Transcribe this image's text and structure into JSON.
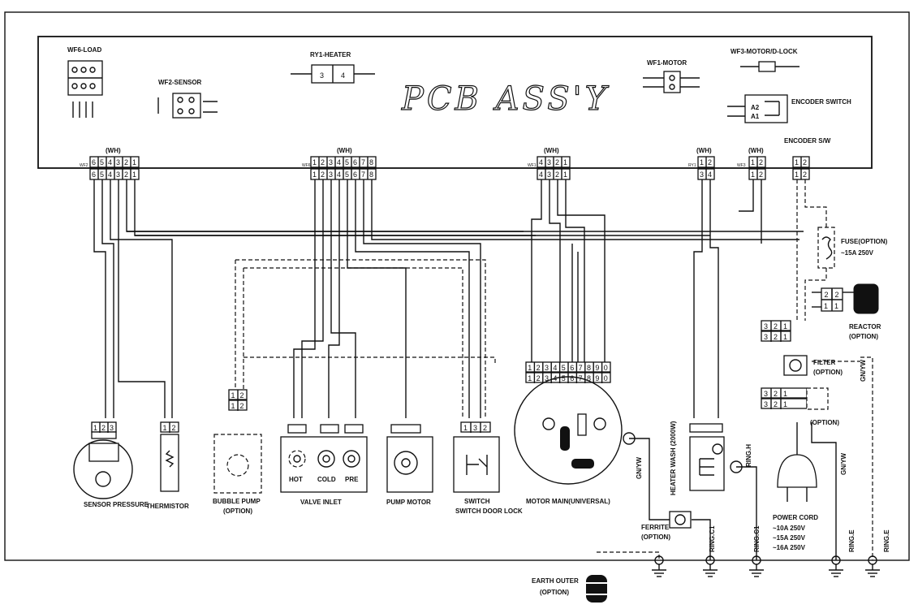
{
  "pcb": {
    "title": "PCB ASS'Y",
    "headers": {
      "wf6": "WF6-LOAD",
      "wf2": "WF2-SENSOR",
      "ry1": "RY1-HEATER",
      "wf1": "WF1-MOTOR",
      "wf3": "WF3-MOTOR/D-LOCK",
      "encoder_switch": "ENCODER SWITCH"
    },
    "relay_pins": [
      "3",
      "4"
    ],
    "encoder_pins": [
      "A2",
      "A1"
    ]
  },
  "connectors": {
    "wh": "(WH)",
    "wf2": {
      "label": "WF2",
      "pins": [
        "6",
        "5",
        "4",
        "3",
        "2",
        "1"
      ]
    },
    "wf6": {
      "label": "WF6",
      "pins": [
        "1",
        "2",
        "3",
        "4",
        "5",
        "6",
        "7",
        "8"
      ]
    },
    "wf1": {
      "label": "WF1",
      "pins": [
        "4",
        "3",
        "2",
        "1"
      ]
    },
    "ry1": {
      "label": "RY1",
      "pins": [
        "1",
        "2"
      ],
      "pins_lower": [
        "3",
        "4"
      ]
    },
    "wf3": {
      "label": "WF3",
      "pins": [
        "1",
        "2"
      ]
    },
    "encoder": {
      "label": "ENCODER S/W",
      "pins": [
        "1",
        "2"
      ]
    }
  },
  "components": {
    "sensor_pressure": "SENSOR PRESSURE",
    "thermistor": "THERMISTOR",
    "bubble_pump": "BUBBLE PUMP",
    "bubble_pump_option": "(OPTION)",
    "valve_inlet": "VALVE INLET",
    "valve_hot": "HOT",
    "valve_cold": "COLD",
    "valve_pre": "PRE",
    "pump_motor": "PUMP MOTOR",
    "switch_door_lock": "SWITCH DOOR LOCK",
    "motor_main": "MOTOR MAIN(UNIVERSAL)",
    "heater_wash": "HEATER WASH (2000W)",
    "power_cord": "POWER CORD",
    "power_ratings": [
      "~10A 250V",
      "~15A 250V",
      "~16A 250V"
    ],
    "fuse": "FUSE(OPTION)",
    "fuse_rating": "~15A 250V",
    "reactor": "REACTOR",
    "reactor_option": "(OPTION)",
    "filter": "FILTER",
    "filter_option": "(OPTION)",
    "power_option": "(OPTION)",
    "ferrite": "FERRITE",
    "ferrite_option": "(OPTION)",
    "earth_outer": "EARTH OUTER",
    "earth_outer_option": "(OPTION)",
    "gn_yw": "GN/YW",
    "ring_c1": "RING.C1",
    "ring_h": "RING.H",
    "ring_e": "RING.E"
  },
  "pin_rows": {
    "motor_main": [
      "1",
      "2",
      "3",
      "4",
      "5",
      "6",
      "7",
      "8",
      "9",
      "0"
    ],
    "sensor": [
      "1",
      "2",
      "3"
    ],
    "thermistor": [
      "1",
      "2"
    ],
    "bubble": [
      "1",
      "2"
    ],
    "door_lock": [
      "1",
      "3",
      "2"
    ],
    "filter_block": [
      "3",
      "2",
      "1"
    ],
    "reactor_block": [
      "2",
      "2",
      "1",
      "1"
    ]
  }
}
